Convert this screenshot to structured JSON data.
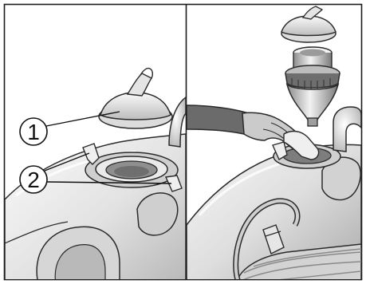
{
  "illustration": {
    "panels": [
      {
        "id": "left"
      },
      {
        "id": "right"
      }
    ],
    "callouts": [
      {
        "label": "1"
      },
      {
        "label": "2"
      }
    ],
    "colors": {
      "frame": "#1a1a1a",
      "outline": "#2b2b2b",
      "body_light": "#f1f1f1",
      "body_mid": "#d8d8d8",
      "body_dark": "#9c9c9c",
      "glove": "#c9c9c9",
      "sleeve": "#6b6b6b"
    }
  }
}
